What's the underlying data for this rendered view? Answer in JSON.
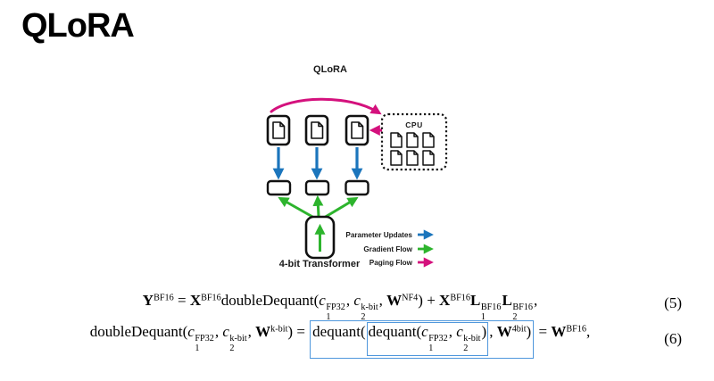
{
  "slide": {
    "title": "QLoRA"
  },
  "diagram": {
    "title": "QLoRA",
    "cpu_label": "CPU",
    "transformer_label": "4-bit Transformer",
    "legend": [
      {
        "label": "Parameter Updates",
        "color": "#1b75bc"
      },
      {
        "label": "Gradient Flow",
        "color": "#2db42d"
      },
      {
        "label": "Paging Flow",
        "color": "#d4117d"
      }
    ],
    "colors": {
      "parameter_updates": "#1b75bc",
      "gradient_flow": "#2db42d",
      "paging_flow": "#d4117d",
      "box_stroke": "#111111",
      "equation_highlight": "#4f97dc"
    }
  },
  "equations": {
    "eq5": {
      "number": "(5)",
      "tokens": [
        {
          "s": "Y",
          "b": 1,
          "sup": "BF16"
        },
        {
          "s": " = "
        },
        {
          "s": "X",
          "b": 1,
          "sup": "BF16"
        },
        {
          "s": "doubleDequant("
        },
        {
          "s": "c",
          "i": 1,
          "sup": "FP32",
          "sub": "1"
        },
        {
          "s": ", "
        },
        {
          "s": "c",
          "i": 1,
          "sup": "k-bit",
          "sub": "2"
        },
        {
          "s": ", "
        },
        {
          "s": "W",
          "b": 1,
          "sup": "NF4"
        },
        {
          "s": ") + "
        },
        {
          "s": "X",
          "b": 1,
          "sup": "BF16"
        },
        {
          "s": "L",
          "b": 1,
          "sup": "BF16",
          "sub": "1"
        },
        {
          "s": "L",
          "b": 1,
          "sup": "BF16",
          "sub": "2"
        },
        {
          "s": ","
        }
      ]
    },
    "eq6": {
      "number": "(6)",
      "tokens": [
        {
          "s": "doubleDequant("
        },
        {
          "s": "c",
          "i": 1,
          "sup": "FP32",
          "sub": "1"
        },
        {
          "s": ", "
        },
        {
          "s": "c",
          "i": 1,
          "sup": "k-bit",
          "sub": "2"
        },
        {
          "s": ", "
        },
        {
          "s": "W",
          "b": 1,
          "sup": "k-bit"
        },
        {
          "s": ") = "
        },
        {
          "box": [
            {
              "s": "dequant("
            },
            {
              "box": [
                {
                  "s": "dequant("
                },
                {
                  "s": "c",
                  "i": 1,
                  "sup": "FP32",
                  "sub": "1"
                },
                {
                  "s": ", "
                },
                {
                  "s": "c",
                  "i": 1,
                  "sup": "k-bit",
                  "sub": "2"
                },
                {
                  "s": ")"
                }
              ]
            },
            {
              "s": ", "
            },
            {
              "s": "W",
              "b": 1,
              "sup": "4bit"
            },
            {
              "s": ")"
            }
          ]
        },
        {
          "s": " = "
        },
        {
          "s": "W",
          "b": 1,
          "sup": "BF16"
        },
        {
          "s": ","
        }
      ]
    }
  }
}
